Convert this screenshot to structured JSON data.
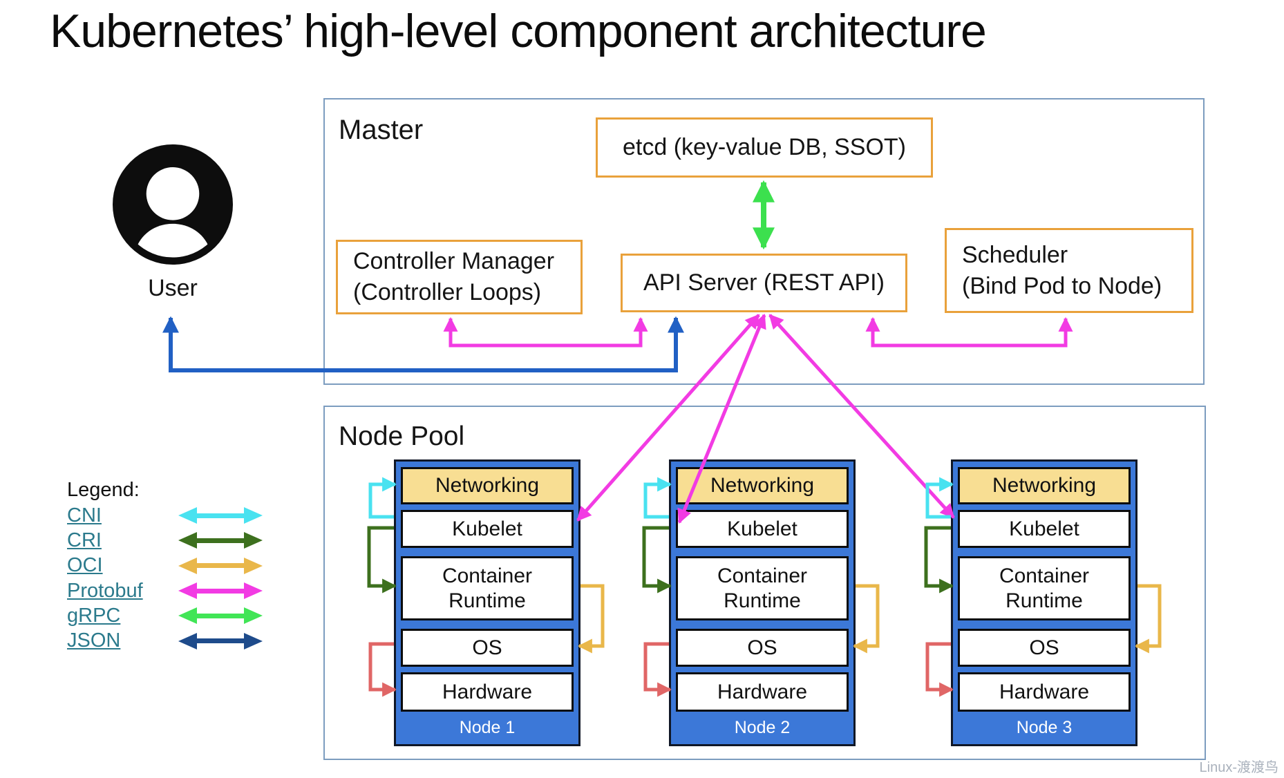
{
  "title": "Kubernetes’ high-level component architecture",
  "watermark": "Linux-渡渡鸟",
  "user": {
    "label": "User",
    "icon": "user-avatar-icon"
  },
  "master": {
    "label": "Master",
    "etcd": "etcd (key-value DB, SSOT)",
    "controller_manager": {
      "line1": "Controller Manager",
      "line2": "(Controller Loops)"
    },
    "api_server": "API Server (REST API)",
    "scheduler": {
      "line1": "Scheduler",
      "line2": "(Bind Pod to Node)"
    }
  },
  "node_pool": {
    "label": "Node Pool",
    "nodes": [
      {
        "label": "Node 1",
        "rows": {
          "networking": "Networking",
          "kubelet": "Kubelet",
          "container_runtime": "Container Runtime",
          "os": "OS",
          "hardware": "Hardware"
        }
      },
      {
        "label": "Node 2",
        "rows": {
          "networking": "Networking",
          "kubelet": "Kubelet",
          "container_runtime": "Container Runtime",
          "os": "OS",
          "hardware": "Hardware"
        }
      },
      {
        "label": "Node 3",
        "rows": {
          "networking": "Networking",
          "kubelet": "Kubelet",
          "container_runtime": "Container Runtime",
          "os": "OS",
          "hardware": "Hardware"
        }
      }
    ]
  },
  "legend": {
    "label": "Legend:",
    "items": [
      {
        "label": "CNI",
        "color": "#49e2f0"
      },
      {
        "label": "CRI",
        "color": "#3d701e"
      },
      {
        "label": "OCI",
        "color": "#e9b74a"
      },
      {
        "label": "Protobuf",
        "color": "#f23be3"
      },
      {
        "label": "gRPC",
        "color": "#41e556"
      },
      {
        "label": "JSON",
        "color": "#1e4b8b"
      }
    ]
  },
  "colors": {
    "box_border_orange": "#e9a13b",
    "frame_border": "#7c9cbf",
    "node_fill": "#3c78d8",
    "networking_fill": "#f8de93",
    "link": "#2b7a8c",
    "protobuf_magenta": "#f23be3",
    "grpc_green": "#3ce04e",
    "json_blue": "#2160c4",
    "cni_cyan": "#49e2f0",
    "cri_dark_green": "#3d701e",
    "oci_yellow": "#e9b74a",
    "hardware_red": "#e06666",
    "user_icon_black": "#0d0d0d"
  }
}
